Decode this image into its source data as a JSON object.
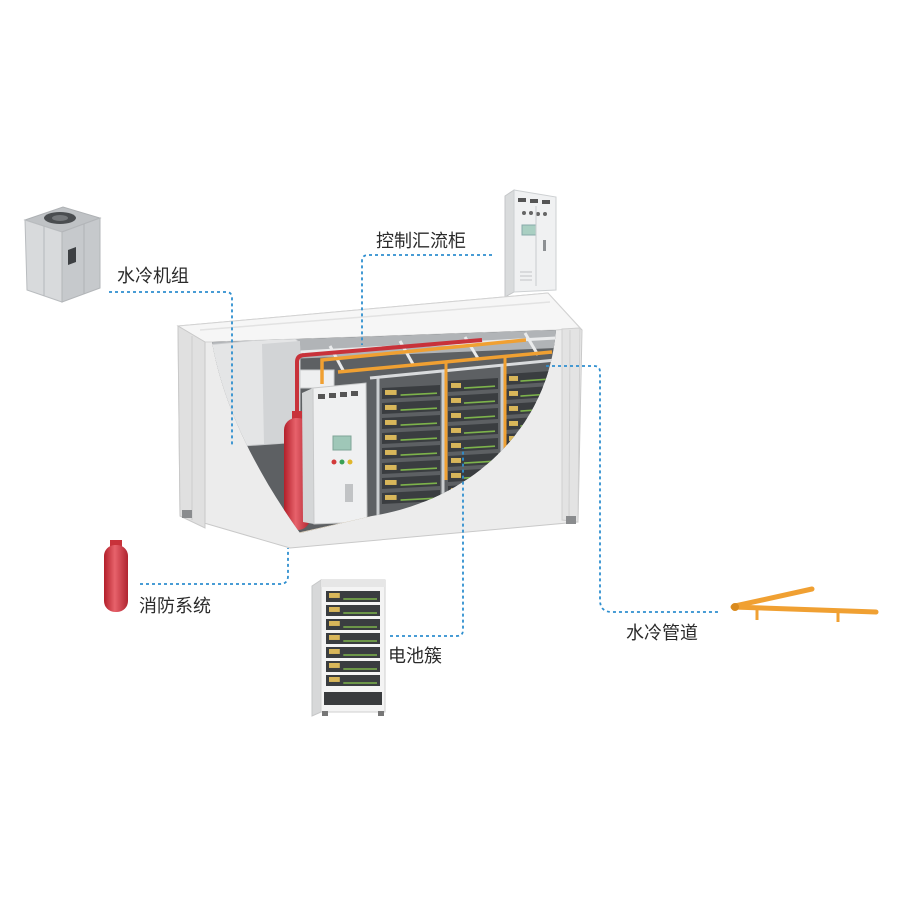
{
  "labels": {
    "chiller_unit": "水冷机组",
    "control_cabinet": "控制汇流柜",
    "fire_system": "消防系统",
    "battery_cluster": "电池簇",
    "cooling_pipe": "水冷管道"
  },
  "colors": {
    "leader_line": "#2f8fcf",
    "label_text": "#2b2b2b",
    "pipe_orange": "#f0a032",
    "extinguisher_red": "#c8323a",
    "container_body": "#ececec",
    "container_interior": "#5d6063",
    "battery_module": "#3a3d40",
    "module_label": "#d8b65a",
    "module_board": "#7db34b"
  }
}
